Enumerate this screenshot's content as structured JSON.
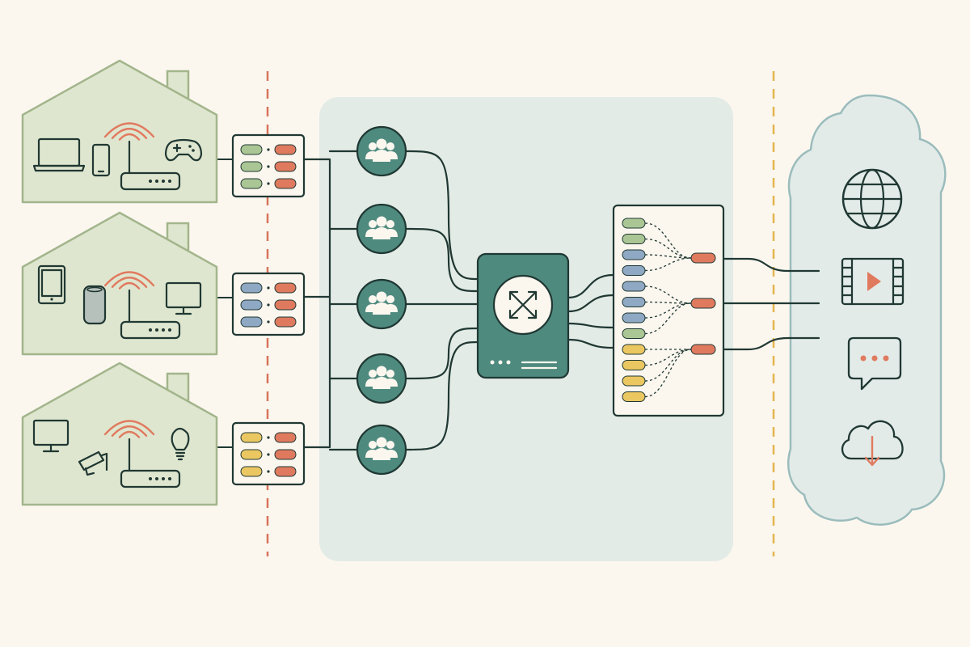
{
  "colors": {
    "background": "#fbf7ef",
    "house_fill": "#dfe6cf",
    "house_stroke": "#a3b58c",
    "ink": "#203833",
    "teal": "#4f8a7f",
    "teal_dark": "#3e7269",
    "panel": "#e3ebe6",
    "cloud_fill": "#e2ebe8",
    "cloud_stroke": "#9bbcbc",
    "red_line": "#d9735a",
    "yellow_line": "#e3b64d",
    "pill_green": "#aac694",
    "pill_red": "#e07a5f",
    "pill_blue": "#8fa9c4",
    "pill_yellow": "#ebc762",
    "wifi": "#e07a5f"
  },
  "homes": [
    {
      "name": "home-1",
      "devices": [
        "laptop-icon",
        "smartphone-icon",
        "router-icon",
        "gamepad-icon"
      ],
      "mapping_colors": [
        "green",
        "green",
        "green"
      ]
    },
    {
      "name": "home-2",
      "devices": [
        "tablet-icon",
        "smart-speaker-icon",
        "router-icon",
        "monitor-icon"
      ],
      "mapping_colors": [
        "blue",
        "blue",
        "blue"
      ]
    },
    {
      "name": "home-3",
      "devices": [
        "monitor-icon",
        "security-camera-icon",
        "router-icon",
        "lightbulb-icon"
      ],
      "mapping_colors": [
        "yellow",
        "yellow",
        "yellow"
      ]
    }
  ],
  "subscriber_groups": [
    "users-icon",
    "users-icon",
    "users-icon",
    "users-icon",
    "users-icon"
  ],
  "cgnat_router": {
    "icon": "expand-arrows-icon"
  },
  "nat_table": {
    "private_pills": [
      "green",
      "green",
      "blue",
      "blue",
      "blue",
      "blue",
      "blue",
      "green",
      "yellow",
      "yellow",
      "yellow",
      "yellow"
    ],
    "public_pills": [
      "red",
      "red",
      "red"
    ]
  },
  "internet_services": [
    "globe-icon",
    "video-player-icon",
    "chat-bubble-icon",
    "cloud-download-icon"
  ]
}
